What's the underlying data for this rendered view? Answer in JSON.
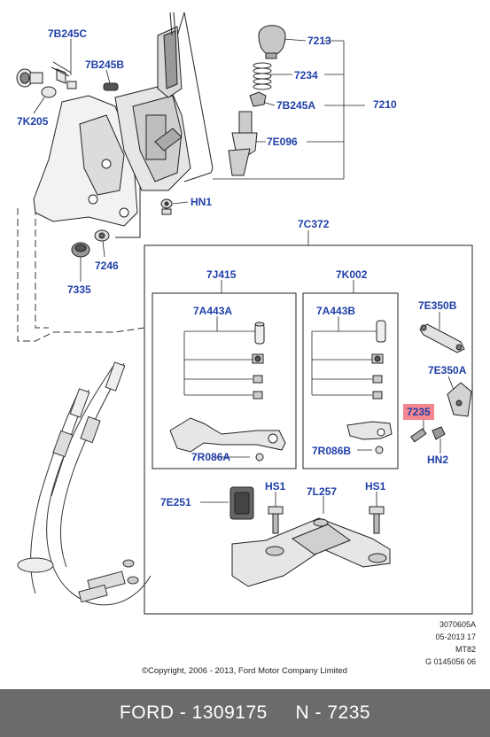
{
  "labels": {
    "l7B245C": "7B245C",
    "l7B245B": "7B245B",
    "l7K205": "7K205",
    "l7213": "7213",
    "l7234": "7234",
    "l7B245A": "7B245A",
    "l7210": "7210",
    "l7E096": "7E096",
    "lHN1": "HN1",
    "l7C372": "7C372",
    "l7246": "7246",
    "l7335": "7335",
    "l7J415": "7J415",
    "l7K002": "7K002",
    "l7A443A": "7A443A",
    "l7A443B": "7A443B",
    "l7E350B": "7E350B",
    "l7E350A": "7E350A",
    "l7235": "7235",
    "lHN2": "HN2",
    "l7R086A": "7R086A",
    "l7R086B": "7R086B",
    "l7E251": "7E251",
    "lHS1a": "HS1",
    "lHS1b": "HS1",
    "l7L257": "7L257"
  },
  "meta": {
    "line1": "3070605A",
    "line2": "05-2013 17",
    "line3": "MT82",
    "line4": "G 0145056 06"
  },
  "copyright": "©Copyright, 2006 - 2013, Ford Motor Company Limited",
  "footer": {
    "text": "FORD - 1309175     N - 7235"
  },
  "colors": {
    "label": "#1f3fa8",
    "highlight": "#f3868f",
    "footer_bg": "#6b6b6b"
  }
}
